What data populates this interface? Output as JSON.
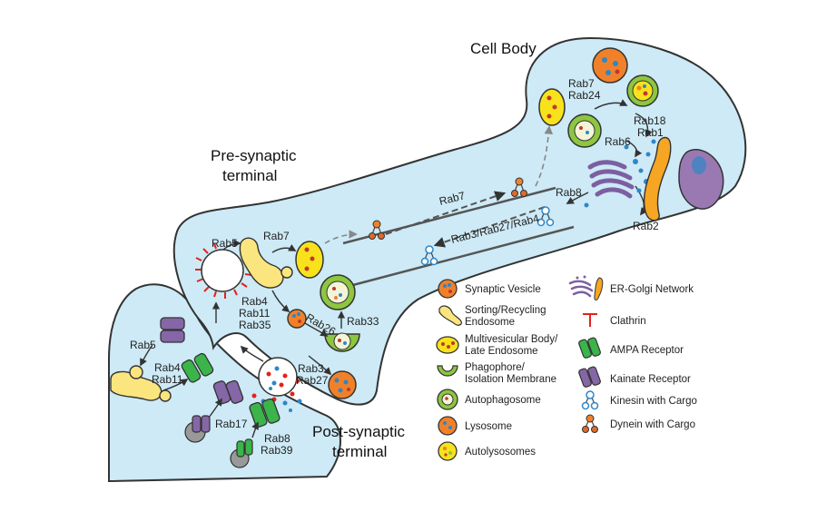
{
  "titles": {
    "cell_body": "Cell Body",
    "presynaptic_1": "Pre-synaptic",
    "presynaptic_2": "terminal",
    "postsynaptic_1": "Post-synaptic",
    "postsynaptic_2": "terminal"
  },
  "rab_labels": {
    "rab7_top": "Rab7",
    "rab24": "Rab24",
    "rab18": "Rab18",
    "rab1": "Rab1",
    "rab6": "Rab6",
    "rab8_top": "Rab8",
    "rab2": "Rab2",
    "rab7_axon": "Rab7",
    "rab3_27_4": "Rab3/Rab27/Rab4",
    "rab5_pre": "Rab5",
    "rab7_pre": "Rab7",
    "rab4_pre": "Rab4",
    "rab11_pre": "Rab11",
    "rab35": "Rab35",
    "rab26": "Rab26",
    "rab33": "Rab33",
    "rab3": "Rab3",
    "rab27": "Rab27",
    "rab5_post": "Rab5",
    "rab4_post": "Rab4",
    "rab11_post": "Rab11",
    "rab17": "Rab17",
    "rab8_post": "Rab8",
    "rab39": "Rab39"
  },
  "legend_left": [
    {
      "icon": "synaptic-vesicle-icon",
      "line1": "Synaptic Vesicle",
      "line2": ""
    },
    {
      "icon": "sorting-endosome-icon",
      "line1": "Sorting/Recycling",
      "line2": "Endosome"
    },
    {
      "icon": "multivesicular-body-icon",
      "line1": "Multivesicular Body/",
      "line2": "Late Endosome"
    },
    {
      "icon": "phagophore-icon",
      "line1": "Phagophore/",
      "line2": "Isolation Membrane"
    },
    {
      "icon": "autophagosome-icon",
      "line1": "Autophagosome",
      "line2": ""
    },
    {
      "icon": "lysosome-icon",
      "line1": "Lysosome",
      "line2": ""
    },
    {
      "icon": "autolysosome-icon",
      "line1": "Autolysosomes",
      "line2": ""
    }
  ],
  "legend_right": [
    {
      "icon": "er-golgi-icon",
      "label": "ER-Golgi Network"
    },
    {
      "icon": "clathrin-icon",
      "label": "Clathrin"
    },
    {
      "icon": "ampa-receptor-icon",
      "label": "AMPA Receptor"
    },
    {
      "icon": "kainate-receptor-icon",
      "label": "Kainate Receptor"
    },
    {
      "icon": "kinesin-cargo-icon",
      "label": "Kinesin with Cargo"
    },
    {
      "icon": "dynein-cargo-icon",
      "label": "Dynein with Cargo"
    }
  ],
  "colors": {
    "cytoplasm": "#cdeaf6",
    "outline": "#333333",
    "vesicle_orange": "#f0812a",
    "endosome_yellow": "#fbe57f",
    "mvb_yellow": "#f8e21c",
    "autophagosome_green": "#8dc63f",
    "ampa_green": "#3bb44a",
    "kainate_purple": "#8566a6",
    "golgi_purple": "#7c5fa0",
    "clathrin_red": "#e2231a",
    "kinesin_blue": "#2e86c8",
    "dynein_orange": "#e06a2a",
    "nucleus": "#9a79b2"
  }
}
